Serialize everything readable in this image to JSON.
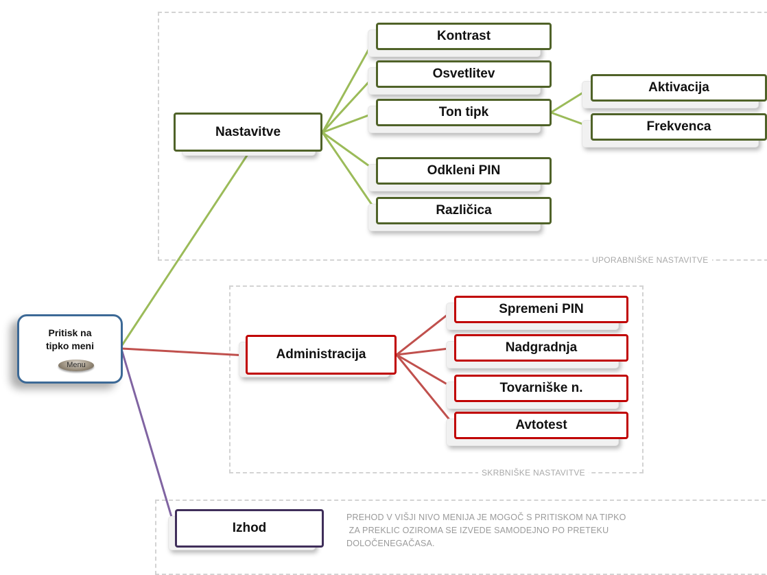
{
  "root": {
    "label_line1": "Pritisk na",
    "label_line2": "tipko meni",
    "menu_key_label": "Menu"
  },
  "regions": {
    "user": {
      "label": "UPORABNIŠKE NASTAVITVE"
    },
    "admin": {
      "label": "SKRBNIŠKE NASTAVITVE"
    }
  },
  "nodes": {
    "nastavitve": "Nastavitve",
    "kontrast": "Kontrast",
    "osvetlitev": "Osvetlitev",
    "ton_tipk": "Ton tipk",
    "aktivacija": "Aktivacija",
    "frekvenca": "Frekvenca",
    "odkleni_pin": "Odkleni PIN",
    "razlicica": "Različica",
    "administracija": "Administracija",
    "spremeni_pin": "Spremeni PIN",
    "nadgradnja": "Nadgradnja",
    "tovarniske_n": "Tovarniške  n.",
    "avtotest": "Avtotest",
    "izhod": "Izhod"
  },
  "note": {
    "line1": "PREHOD V VIŠJI NIVO MENIJA JE MOGOČ S PRITISKOM NA TIPKO",
    "line2": " ZA PREKLIC OZIROMA SE IZVEDE SAMODEJNO PO PRETEKU",
    "line3": "DOLOČENEGAČASA."
  },
  "colors": {
    "user_branch": "#9bbb59",
    "admin_branch": "#c0504d",
    "exit_branch": "#8064a2",
    "user_node_border": "#4f6228",
    "admin_node_border": "#c00000",
    "exit_node_border": "#3f2e5a",
    "root_border": "#3c6996"
  }
}
